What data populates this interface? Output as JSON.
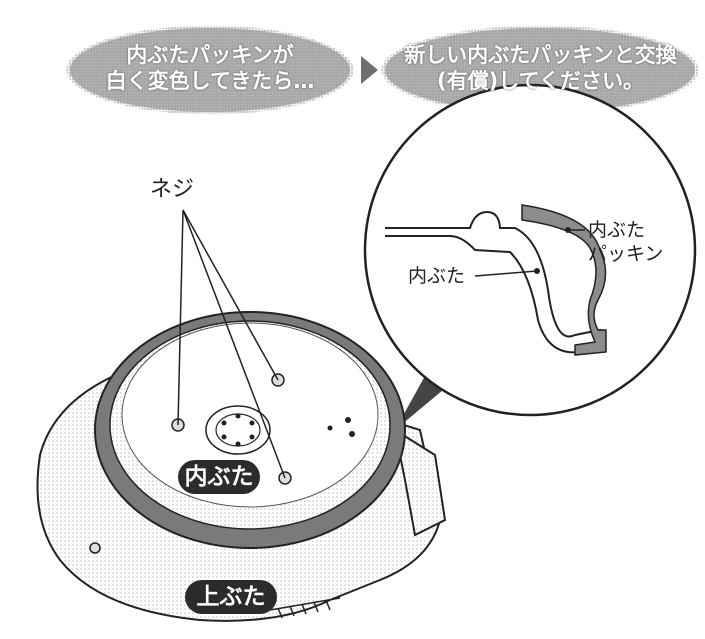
{
  "banner": {
    "left_text": "内ぶたパッキンが\n白く変色してきたら…",
    "right_text": "新しい内ぶたパッキンと交換\n(有償)してください。"
  },
  "labels": {
    "screws": "ネジ",
    "inner_lid_callout": "内ぶた",
    "gasket_callout": "内ぶた\nパッキン",
    "inner_lid_badge": "内ぶた",
    "top_lid_badge": "上ぶた"
  },
  "colors": {
    "pill_fill": "#8a8a8a",
    "badge_fill": "#2b2b2b",
    "gasket_gray": "#8c8c8c",
    "line": "#222222"
  }
}
